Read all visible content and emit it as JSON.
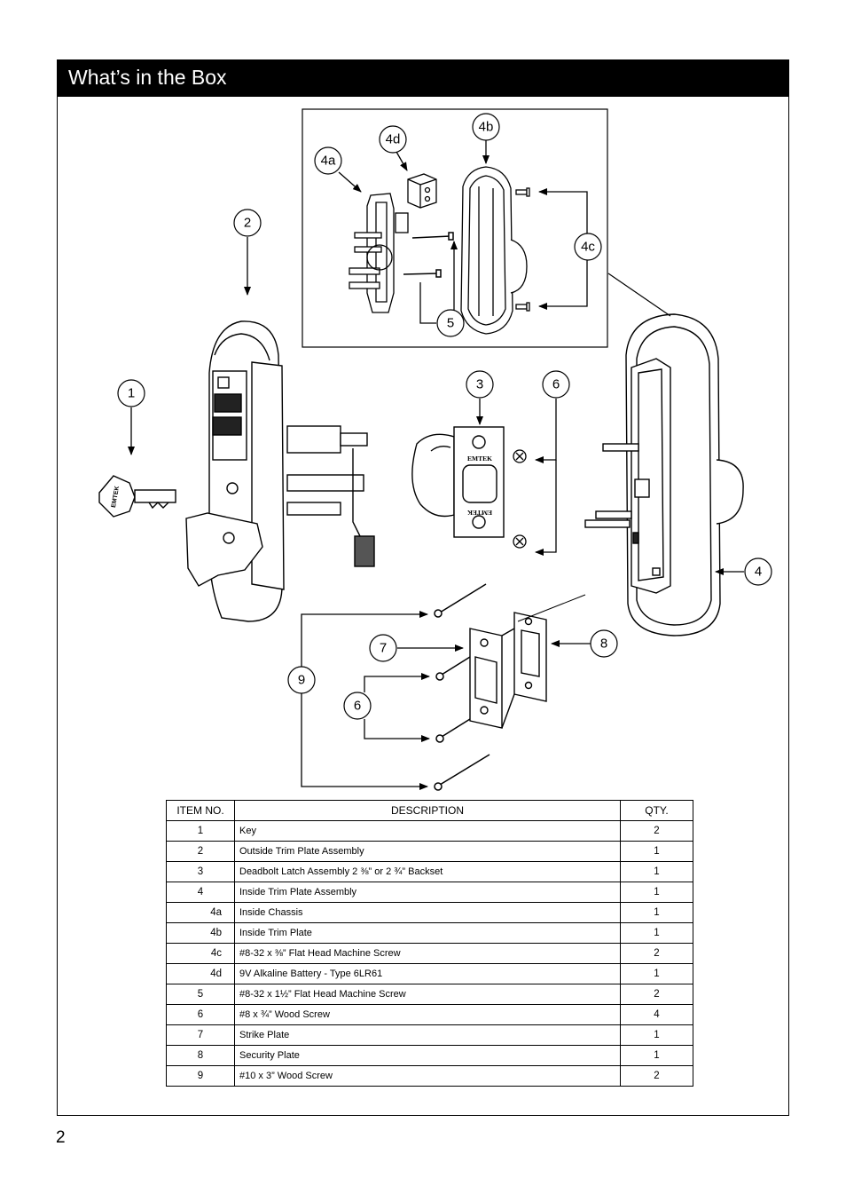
{
  "header": {
    "title": "What’s in the Box"
  },
  "callouts": {
    "c1": "1",
    "c2": "2",
    "c3": "3",
    "c4": "4",
    "c4a": "4a",
    "c4b": "4b",
    "c4c": "4c",
    "c4d": "4d",
    "c5": "5",
    "c6a": "6",
    "c6b": "6",
    "c7": "7",
    "c8": "8",
    "c9": "9"
  },
  "key_brand": "EMTEK",
  "latch_brand": "EMTEK",
  "table": {
    "headers": {
      "item": "ITEM NO.",
      "description": "DESCRIPTION",
      "qty": "QTY."
    },
    "rows": [
      {
        "item": "1",
        "description": "Key",
        "qty": "2"
      },
      {
        "item": "2",
        "description": "Outside Trim Plate Assembly",
        "qty": "1"
      },
      {
        "item": "3",
        "description": "Deadbolt Latch Assembly 2 ⅜” or 2 ¾” Backset",
        "qty": "1"
      },
      {
        "item": "4",
        "description": "Inside Trim Plate Assembly",
        "qty": "1"
      },
      {
        "item": "4a",
        "description": "Inside Chassis",
        "qty": "1"
      },
      {
        "item": "4b",
        "description": "Inside Trim Plate",
        "qty": "1"
      },
      {
        "item": "4c",
        "description": "#8-32 x ⅜” Flat Head Machine Screw",
        "qty": "2"
      },
      {
        "item": "4d",
        "description": "9V Alkaline Battery - Type 6LR61",
        "qty": "1"
      },
      {
        "item": "5",
        "description": "#8-32 x 1½” Flat Head Machine Screw",
        "qty": "2"
      },
      {
        "item": "6",
        "description": "#8 x ¾” Wood Screw",
        "qty": "4"
      },
      {
        "item": "7",
        "description": "Strike Plate",
        "qty": "1"
      },
      {
        "item": "8",
        "description": "Security Plate",
        "qty": "1"
      },
      {
        "item": "9",
        "description": "#10 x 3” Wood Screw",
        "qty": "2"
      }
    ]
  },
  "page_number": "2"
}
